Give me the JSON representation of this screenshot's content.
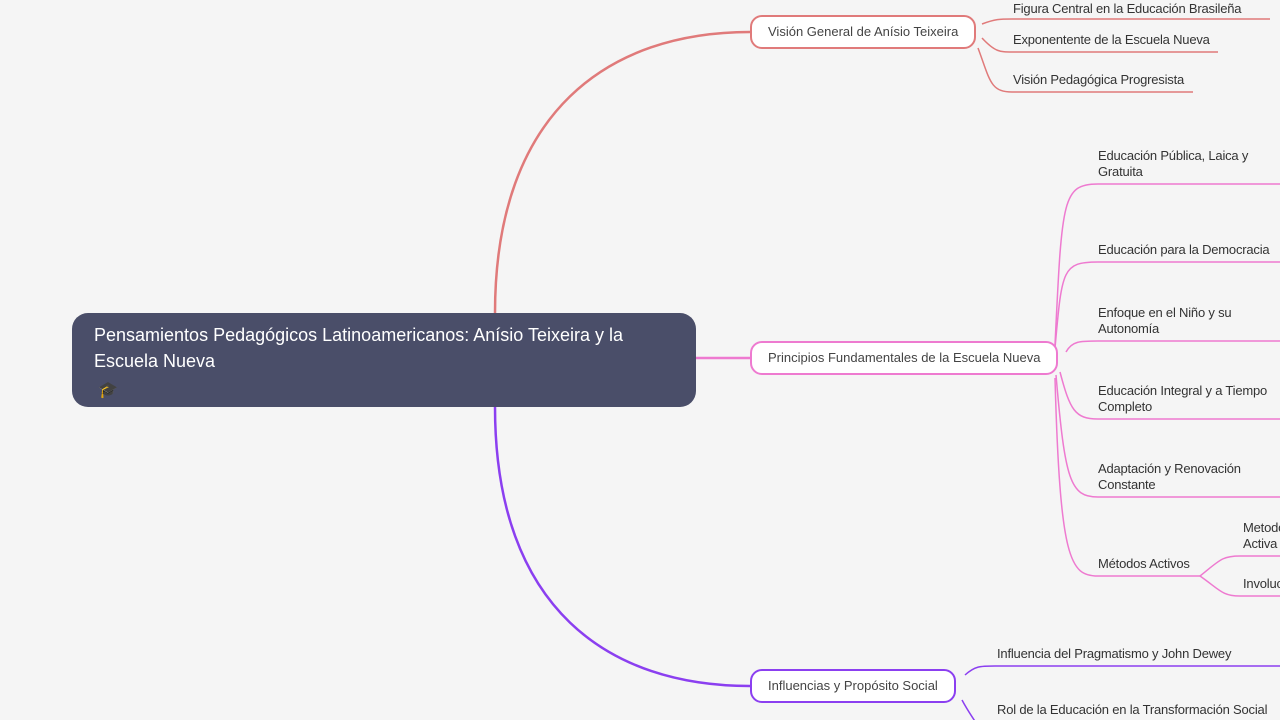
{
  "root": {
    "title": "Pensamientos Pedagógicos Latinoamericanos: Anísio Teixeira y la Escuela Nueva",
    "icon": "🎓"
  },
  "colors": {
    "red": "#e07a7a",
    "pink": "#ee7ad0",
    "purple": "#8b3ff0",
    "root_bg": "#4a4e69"
  },
  "branches": [
    {
      "label": "Visión General de Anísio Teixeira",
      "children": [
        "Figura Central en la Educación Brasileña",
        "Exponentente de la Escuela Nueva",
        "Visión Pedagógica Progresista"
      ]
    },
    {
      "label": "Principios Fundamentales de la Escuela Nueva",
      "children": [
        "Educación Pública, Laica y Gratuita",
        "Educación para la Democracia",
        "Enfoque en el Niño y su Autonomía",
        "Educación Integral y a Tiempo Completo",
        "Adaptación y Renovación Constante",
        "Métodos Activos"
      ],
      "metodos_children": [
        "Metodología Activa",
        "Involucramiento"
      ]
    },
    {
      "label": "Influencias y Propósito Social",
      "children": [
        "Influencia del Pragmatismo y John Dewey",
        "Rol de la Educación en la Transformación Social"
      ]
    }
  ]
}
